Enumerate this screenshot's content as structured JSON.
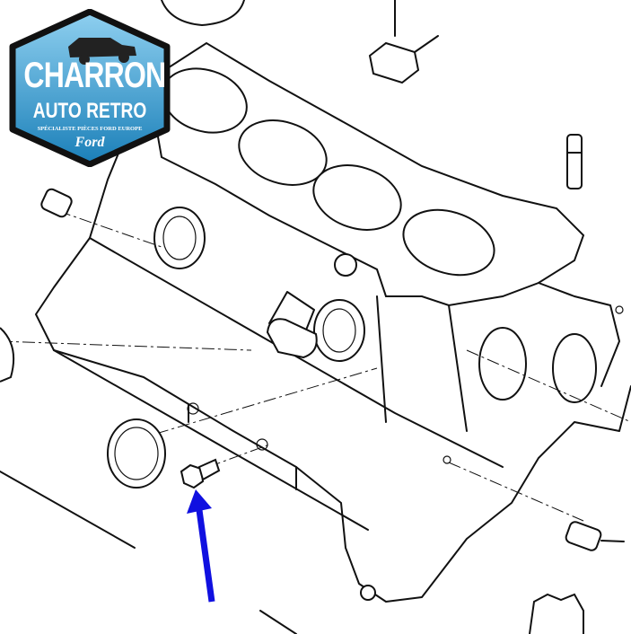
{
  "logo": {
    "name_line1": "CHARRON",
    "name_line2": "AUTO RETRO",
    "tagline": "SPÉCIALISTE PIÈCES FORD EUROPE",
    "brand": "Ford"
  },
  "colors": {
    "arrow": "#1010e0",
    "logo_blue_top": "#7fc6ea",
    "logo_blue_bottom": "#1f86bd"
  }
}
